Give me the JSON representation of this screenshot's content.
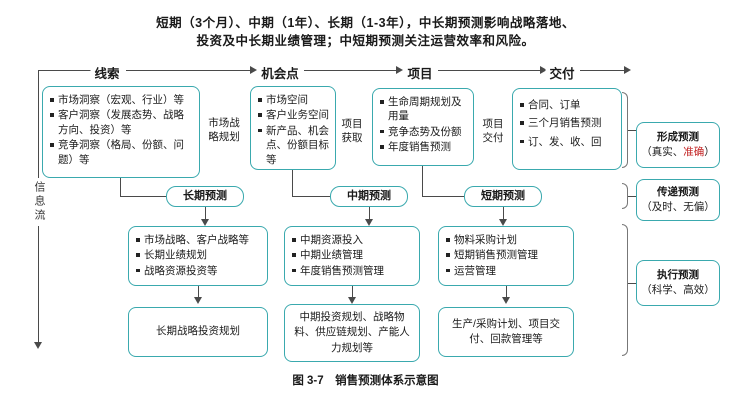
{
  "header": {
    "line1": "短期（3个月）、中期（1年）、长期（1-3年），中长期预测影响战略落地、",
    "line2": "投资及中长期业绩管理；中短期预测关注运营效率和风险。"
  },
  "funnel": {
    "stages": [
      "线索",
      "机会点",
      "项目",
      "交付"
    ],
    "transitions": [
      "市场战略规划",
      "项目获取",
      "项目交付"
    ],
    "boxes": {
      "clues": [
        "市场洞察（宏观、行业）等",
        "客户洞察（发展态势、战略方向、投资）等",
        "竞争洞察（格局、份额、问题）等"
      ],
      "opportunity": [
        "市场空间",
        "客户业务空间",
        "新产品、机会点、份额目标等"
      ],
      "project": [
        "生命周期规划及用量",
        "竞争态势及份额",
        "年度销售预测"
      ],
      "delivery": [
        "合同、订单",
        "三个月销售预测",
        "订、发、收、回"
      ]
    }
  },
  "columns": [
    {
      "header": "长期预测",
      "items": [
        "市场战略、客户战略等",
        "长期业绩规划",
        "战略资源投资等"
      ],
      "output": "长期战略投资规划"
    },
    {
      "header": "中期预测",
      "items": [
        "中期资源投入",
        "中期业绩管理",
        "年度销售预测管理"
      ],
      "output": "中期投资规划、战略物料、供应链规划、产能人力规划等"
    },
    {
      "header": "短期预测",
      "items": [
        "物料采购计划",
        "短期销售预测管理",
        "运营管理"
      ],
      "output": "生产/采购计划、项目交付、回款管理等"
    }
  ],
  "right_panel": [
    {
      "title": "形成预测",
      "sub_prefix": "（真实、",
      "sub_accent": "准确",
      "sub_suffix": "）"
    },
    {
      "title": "传递预测",
      "sub_prefix": "（及时、无偏）",
      "sub_accent": "",
      "sub_suffix": ""
    },
    {
      "title": "执行预测",
      "sub_prefix": "（科学、高效）",
      "sub_accent": "",
      "sub_suffix": ""
    }
  ],
  "left_axis": {
    "label": "信息流"
  },
  "caption": "图 3-7　销售预测体系示意图",
  "colors": {
    "accent_border": "#3aa9ae",
    "line": "#4a4a4a",
    "accent_red": "#c22222"
  }
}
